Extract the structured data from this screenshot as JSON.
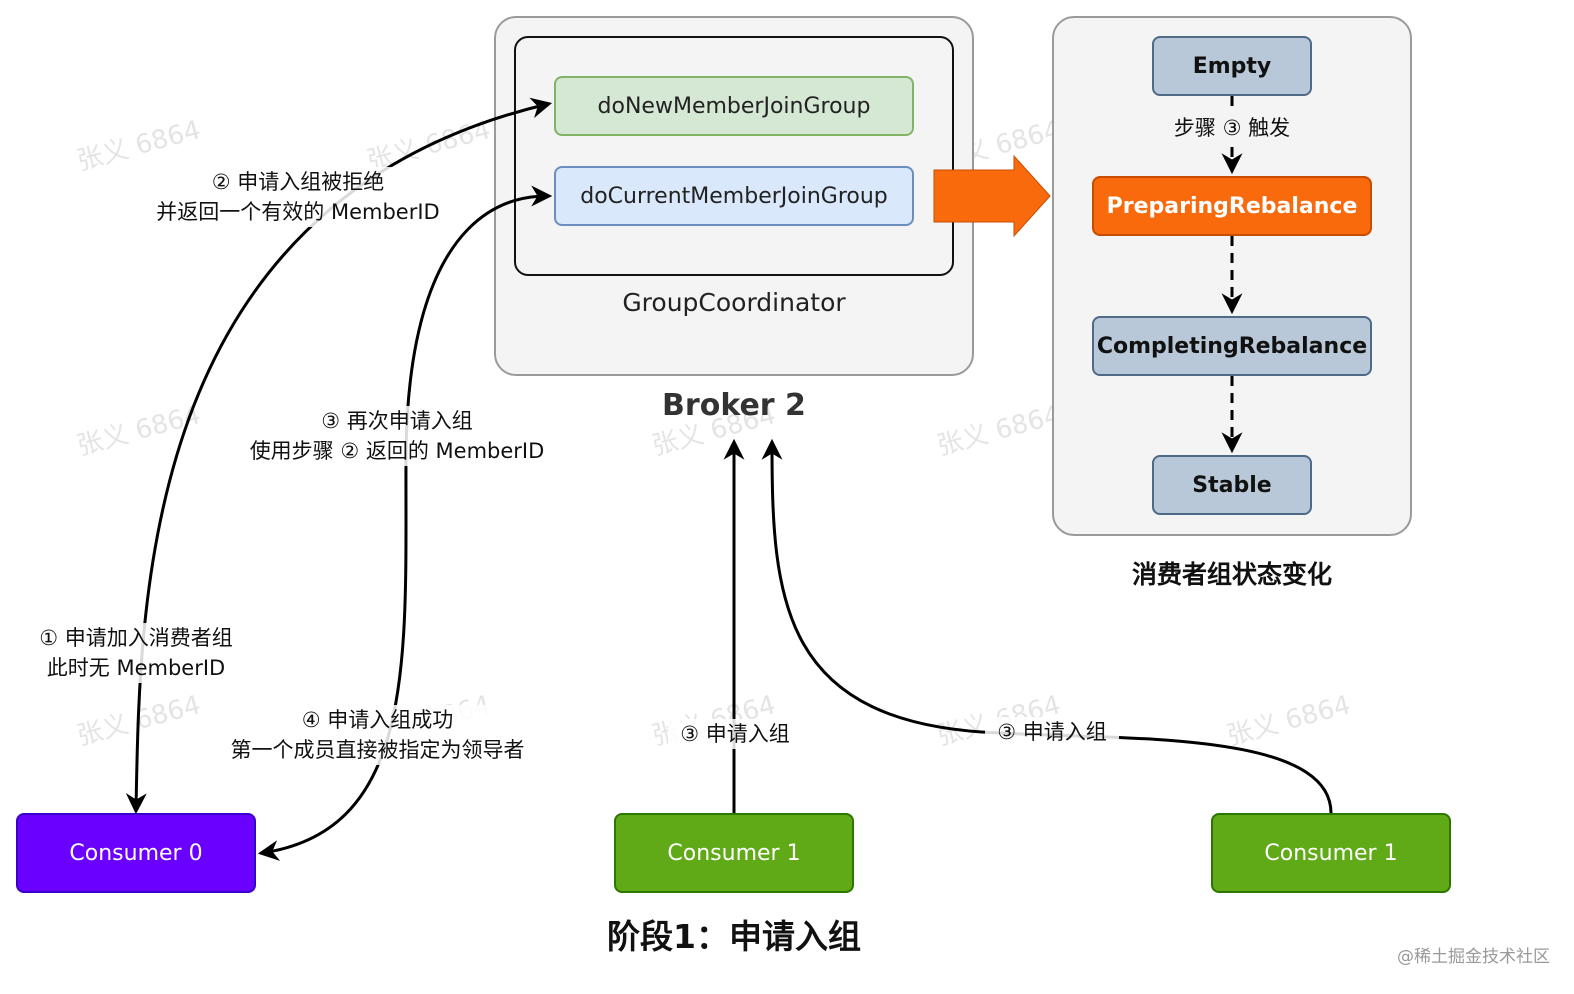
{
  "group_coordinator": {
    "title": "GroupCoordinator",
    "methods": [
      "doNewMemberJoinGroup",
      "doCurrentMemberJoinGroup"
    ]
  },
  "broker_label": "Broker 2",
  "state_machine": {
    "states": [
      "Empty",
      "PreparingRebalance",
      "CompletingRebalance",
      "Stable"
    ],
    "trigger_label": "步骤 ③ 触发",
    "caption": "消费者组状态变化"
  },
  "consumers": [
    "Consumer 0",
    "Consumer 1",
    "Consumer 1"
  ],
  "steps": {
    "step1": [
      "① 申请加入消费者组",
      "此时无 MemberID"
    ],
    "step2": [
      "② 申请入组被拒绝",
      "并返回一个有效的 MemberID"
    ],
    "step3": [
      "③ 再次申请入组",
      "使用步骤 ② 返回的 MemberID"
    ],
    "step4": [
      "④ 申请入组成功",
      "第一个成员直接被指定为领导者"
    ],
    "step3_consumer1": "③ 申请入组",
    "step3_consumer1b": "③ 申请入组"
  },
  "stage_title": "阶段1：申请入组",
  "watermark": "张义 6864",
  "footer": "@稀土掘金技术社区",
  "colors": {
    "new_member": "#d5e8d4",
    "current_member": "#dae8fc",
    "preparing": "#f86a0c",
    "state": "#b8c8d8",
    "consumer0": "#6a00ff",
    "consumer1": "#60a917",
    "big_arrow": "#f86a0c"
  }
}
